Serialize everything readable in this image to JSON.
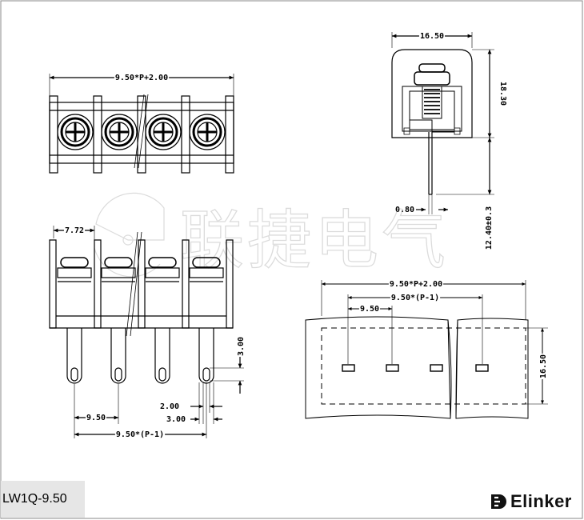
{
  "watermark": {
    "text": "联捷电气"
  },
  "model_label": "LW1Q-9.50",
  "brand": {
    "name": "Elinker",
    "icon": "elinker-logo-icon"
  },
  "top_view": {
    "overall_dim": "9.50*P+2.00"
  },
  "side_view": {
    "width_dim": "16.50",
    "height_dim": "18.30",
    "pin_dia_dim": "0.80",
    "pin_len_dim": "12.40±0.3"
  },
  "front_view": {
    "offset_dim": "7.72",
    "slot_dim": "3.00",
    "pitch_dim": "9.50",
    "hole_dim": "2.00",
    "pin_w_dim": "3.00",
    "span_dim": "9.50*(P-1)"
  },
  "pcb_view": {
    "overall_dim": "9.50*P+2.00",
    "span_dim": "9.50*(P-1)",
    "pitch_dim": "9.50",
    "height_dim": "16.50"
  }
}
